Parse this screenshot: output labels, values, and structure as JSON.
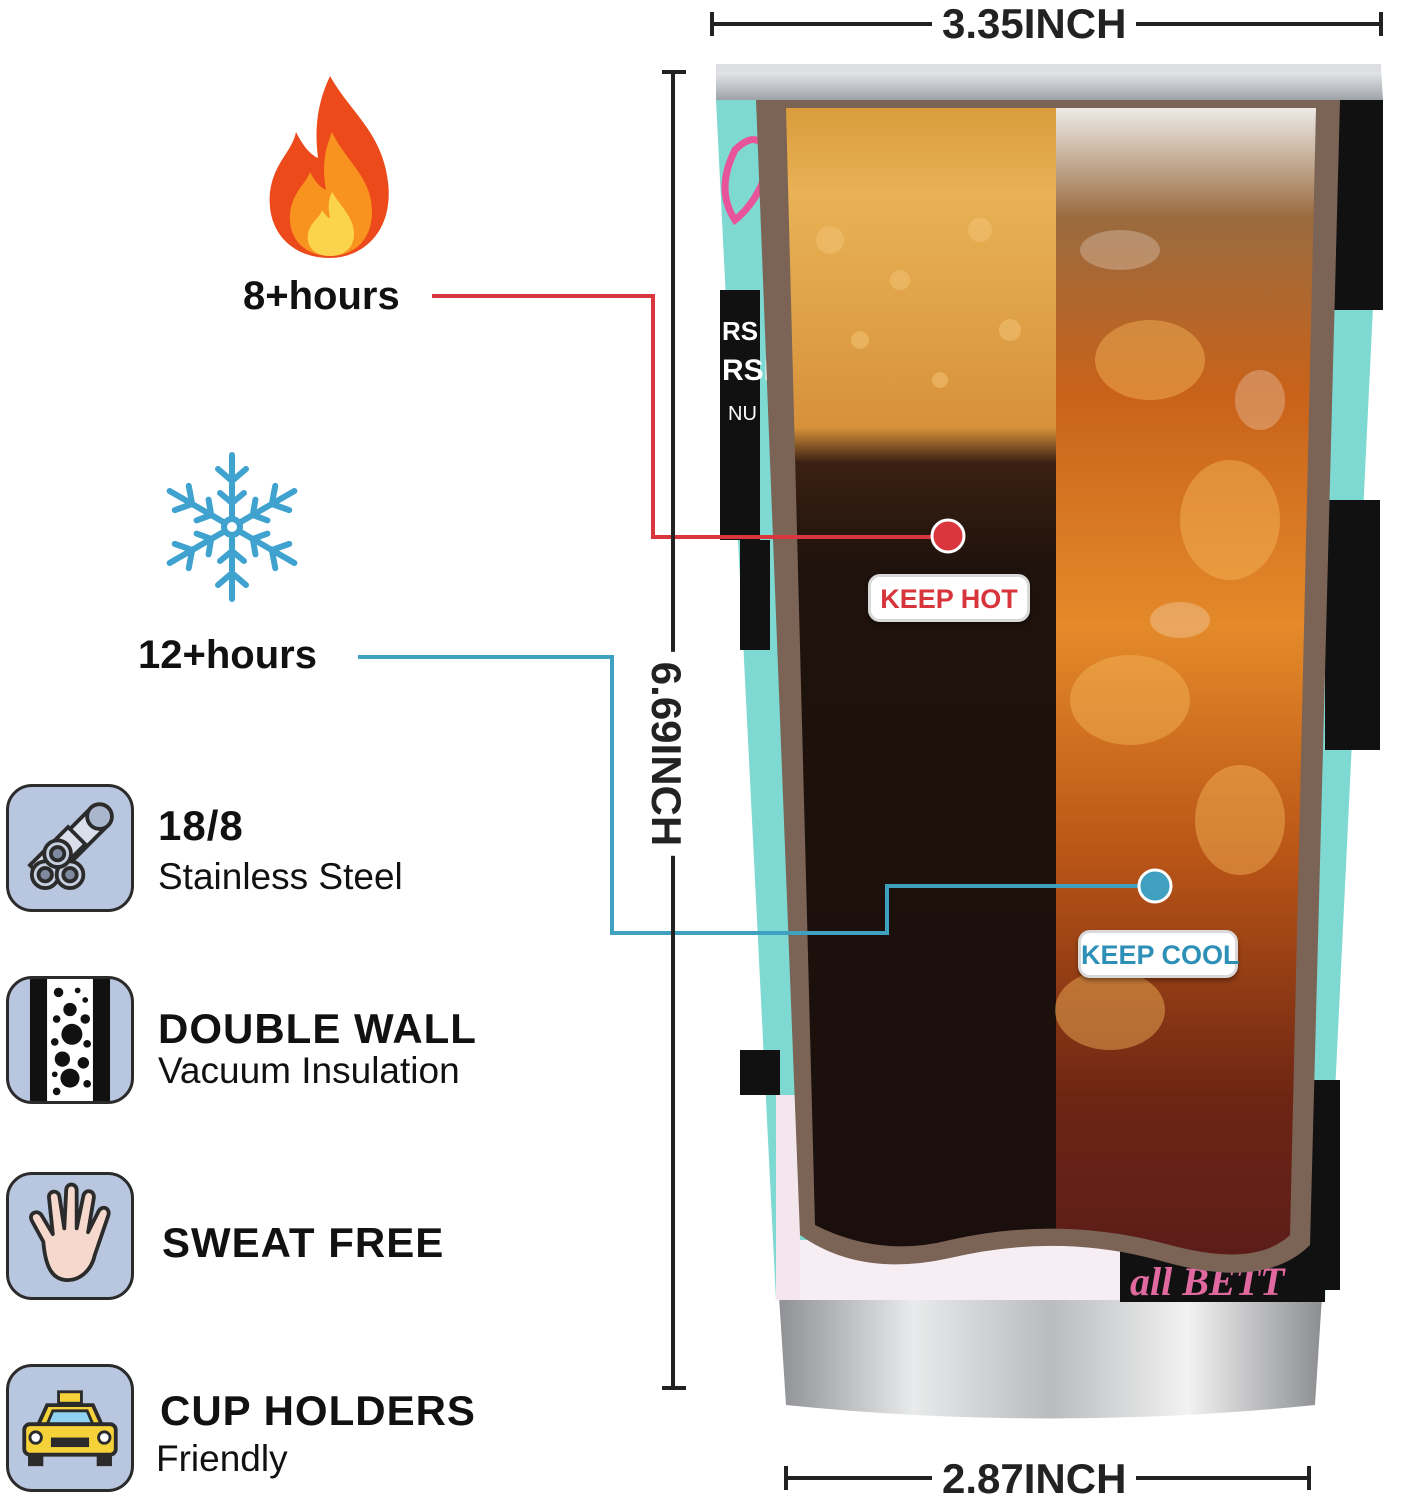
{
  "hot": {
    "hours": "8+hours",
    "icon": "flame-icon",
    "line_color": "#d9363e"
  },
  "cold": {
    "hours": "12+hours",
    "icon": "snowflake-icon",
    "line_color": "#3fa0bf"
  },
  "badges": {
    "hot_label": "KEEP HOT",
    "cool_label": "KEEP COOL"
  },
  "dimensions": {
    "top_width": "3.35INCH",
    "height": "6.69INCH",
    "bottom_width": "2.87INCH"
  },
  "features": [
    {
      "title": "18/8",
      "subtitle": "Stainless Steel",
      "icon": "steel-pipes-icon"
    },
    {
      "title": "DOUBLE WALL",
      "subtitle": "Vacuum Insulation",
      "icon": "vacuum-bubbles-icon"
    },
    {
      "title": "SWEAT FREE",
      "subtitle": "",
      "icon": "hand-icon"
    },
    {
      "title": "CUP HOLDERS",
      "subtitle": "Friendly",
      "icon": "taxi-icon"
    }
  ],
  "tumbler": {
    "print_text": [
      "NURSE",
      "NURSE",
      "NURSE",
      "all BETT"
    ],
    "wrap_colors": [
      "#7fd9d3",
      "#111111",
      "#f3c6d6"
    ]
  }
}
